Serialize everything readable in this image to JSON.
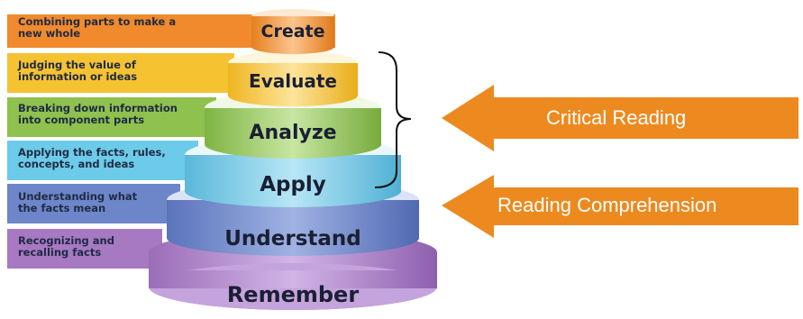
{
  "levels": [
    {
      "label": "Create",
      "description": "Combining parts to make a new whole",
      "color": "#f08a2c"
    },
    {
      "label": "Evaluate",
      "description": "Judging the value of information or ideas",
      "color": "#f5c232"
    },
    {
      "label": "Analyze",
      "description": "Breaking down information into component parts",
      "color": "#8ec14d"
    },
    {
      "label": "Apply",
      "description": "Applying the facts, rules, concepts, and ideas",
      "color": "#6ccbe8"
    },
    {
      "label": "Understand",
      "description": "Understanding what the facts mean",
      "color": "#6d86c9"
    },
    {
      "label": "Remember",
      "description": "Recognizing and recalling facts",
      "color": "#a679c2"
    }
  ],
  "desc_lines": [
    [
      "Combining parts to make a",
      "new whole"
    ],
    [
      "Judging the value of",
      "information or ideas"
    ],
    [
      "Breaking down information",
      "into component parts"
    ],
    [
      "Applying the facts, rules,",
      "concepts, and ideas"
    ],
    [
      "Understanding what",
      "the facts mean"
    ],
    [
      "Recognizing and",
      "recalling facts"
    ]
  ],
  "arrows": [
    {
      "label": "Critical Reading",
      "color": "#ec8a1f"
    },
    {
      "label": "Reading Comprehension",
      "color": "#ec8a1f"
    }
  ]
}
